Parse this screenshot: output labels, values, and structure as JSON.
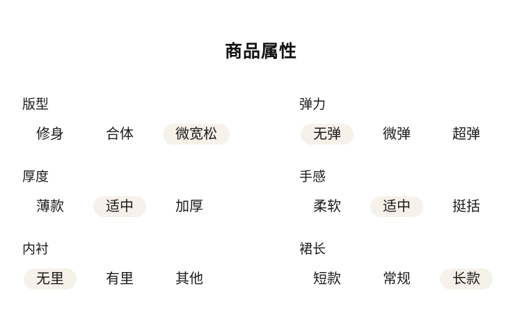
{
  "page": {
    "title": "商品属性"
  },
  "colors": {
    "background": "#ffffff",
    "text": "#1a1a1a",
    "selected_pill_bg": "#f6f2e9"
  },
  "groups": [
    {
      "label": "版型",
      "options": [
        {
          "label": "修身",
          "selected": false
        },
        {
          "label": "合体",
          "selected": false
        },
        {
          "label": "微宽松",
          "selected": true
        }
      ]
    },
    {
      "label": "弹力",
      "options": [
        {
          "label": "无弹",
          "selected": true
        },
        {
          "label": "微弹",
          "selected": false
        },
        {
          "label": "超弹",
          "selected": false
        }
      ]
    },
    {
      "label": "厚度",
      "options": [
        {
          "label": "薄款",
          "selected": false
        },
        {
          "label": "适中",
          "selected": true
        },
        {
          "label": "加厚",
          "selected": false
        }
      ]
    },
    {
      "label": "手感",
      "options": [
        {
          "label": "柔软",
          "selected": false
        },
        {
          "label": "适中",
          "selected": true
        },
        {
          "label": "挺括",
          "selected": false
        }
      ]
    },
    {
      "label": "内衬",
      "options": [
        {
          "label": "无里",
          "selected": true
        },
        {
          "label": "有里",
          "selected": false
        },
        {
          "label": "其他",
          "selected": false
        }
      ]
    },
    {
      "label": "裙长",
      "options": [
        {
          "label": "短款",
          "selected": false
        },
        {
          "label": "常规",
          "selected": false
        },
        {
          "label": "长款",
          "selected": true
        }
      ]
    }
  ]
}
